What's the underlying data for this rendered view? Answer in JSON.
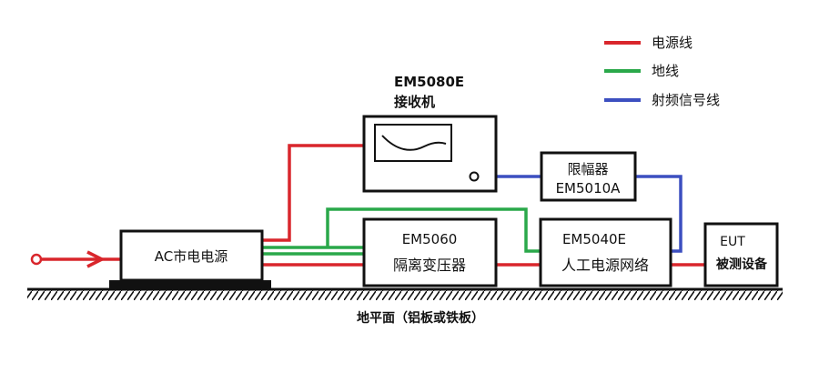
{
  "receiver": {
    "model": "EM5080E",
    "name": "接收机"
  },
  "limiter": {
    "name": "限幅器",
    "model": "EM5010A"
  },
  "ac_source": {
    "label": "AC市电电源"
  },
  "transformer": {
    "model": "EM5060",
    "name": "隔离变压器"
  },
  "lisn": {
    "model": "EM5040E",
    "name": "人工电源网络"
  },
  "eut": {
    "model": "EUT",
    "name": "被测设备"
  },
  "ground": {
    "label": "地平面（铝板或铁板）"
  },
  "legend": [
    {
      "label": "电源线",
      "color": "#d9262c"
    },
    {
      "label": "地线",
      "color": "#2aa84a"
    },
    {
      "label": "射频信号线",
      "color": "#3c4fc0"
    }
  ],
  "colors": {
    "power": "#d9262c",
    "ground_wire": "#2aa84a",
    "rf": "#3c4fc0",
    "outline": "#111111"
  }
}
